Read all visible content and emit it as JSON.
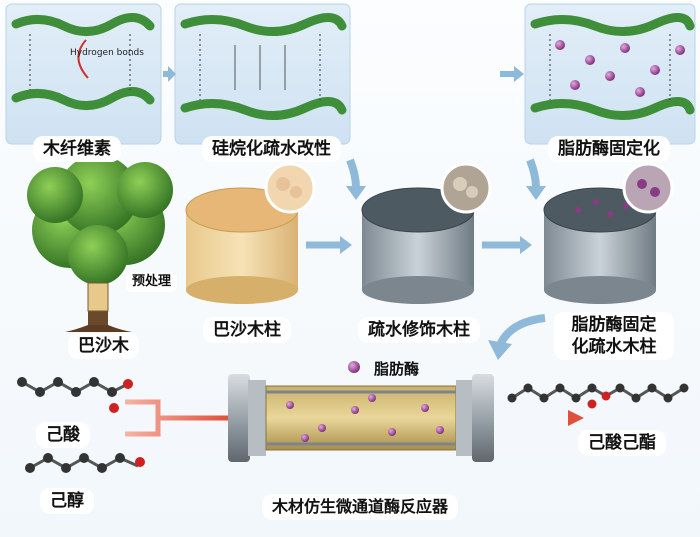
{
  "top_row": {
    "panel1_label": "木纤维素",
    "panel2_label": "硅烷化疏水改性",
    "panel3_label": "脂肪酶固定化",
    "hydrogen_bonds": "Hydrogen bonds"
  },
  "middle_row": {
    "tree_label": "巴沙木",
    "pretreat_label": "预处理",
    "column1_label": "巴沙木柱",
    "column2_label": "疏水修饰木柱",
    "column3_label": "脂肪酶固定化疏水木柱"
  },
  "bottom_row": {
    "enzyme_legend": "脂肪酶",
    "hexanoic_acid": "己酸",
    "hexanol": "己醇",
    "product": "己酸己酯",
    "reactor_label": "木材仿生微通道酶反应器"
  },
  "colors": {
    "cellulose": "#3f8f3a",
    "arrow": "#8fb9d9",
    "enzyme": "#8b3a86",
    "panel_bg": "#d7e8f5"
  }
}
